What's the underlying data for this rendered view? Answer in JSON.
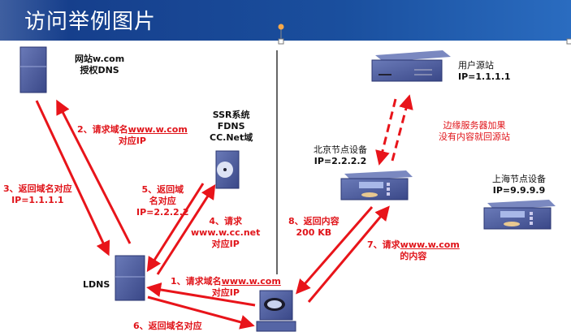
{
  "slide": {
    "title": "访问举例图片"
  },
  "nodes": {
    "auth_dns": {
      "line1": "网站w.com",
      "line2": "授权DNS"
    },
    "ssr": {
      "line1": "SSR系统",
      "line2": "FDNS",
      "line3": "CC.Net域"
    },
    "ldns": {
      "label": "LDNS"
    },
    "origin": {
      "line1": "用户源站",
      "line2": "IP=1.1.1.1"
    },
    "beijing": {
      "line1": "北京节点设备",
      "line2": "IP=2.2.2.2"
    },
    "shanghai": {
      "line1": "上海节点设备",
      "line2": "IP=9.9.9.9"
    }
  },
  "steps": {
    "s1": {
      "line1a": "1、请求域名",
      "line1b": "www.w.com",
      "line2": "对应IP"
    },
    "s2": {
      "line1a": "2、请求域名",
      "line1b": "www.w.com",
      "line2": "对应IP"
    },
    "s3": {
      "line1": "3、返回域名对应",
      "line2": "IP=1.1.1.1"
    },
    "s4": {
      "line1": "4、请求",
      "line2": "www.w.cc.net",
      "line3": "对应IP"
    },
    "s5": {
      "line1": "5、返回域",
      "line2": "名对应",
      "line3": "IP=2.2.2.2"
    },
    "s6": {
      "line1": "6、返回域名对应"
    },
    "s7": {
      "line1a": "7、请求",
      "line1b": "www.w.com",
      "line2": "的内容"
    },
    "s8": {
      "line1": "8、返回内容",
      "line2": "200 KB"
    }
  },
  "note": {
    "line1": "边缘服务器加果",
    "line2": "没有内容就回源站"
  },
  "colors": {
    "arrow": "#e8141a",
    "device": "#4a5a9a",
    "header": "#1a4f9e"
  }
}
